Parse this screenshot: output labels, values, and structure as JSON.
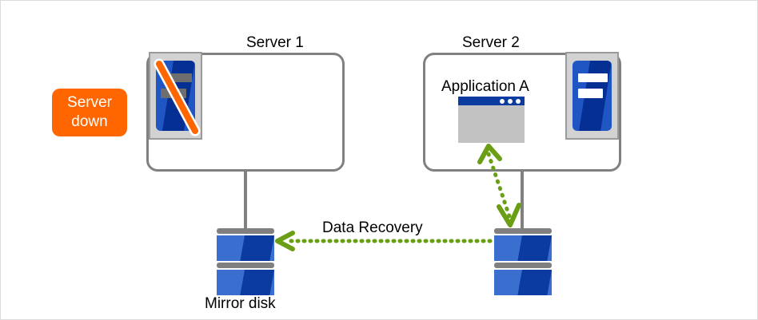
{
  "diagram": {
    "title_server1": "Server 1",
    "title_server2": "Server 2",
    "badge_line1": "Server",
    "badge_line2": "down",
    "application_label": "Application A",
    "data_recovery_label": "Data Recovery",
    "mirror_disk_label": "Mirror disk",
    "icons": {
      "server_down": "server-tower-crossed-out-icon",
      "server_ok": "server-tower-icon",
      "application_window": "application-window-icon",
      "disk_left": "disk-stack-icon",
      "disk_right": "disk-stack-icon",
      "recovery_arrow": "dotted-arrow-left-icon",
      "failover_arrow": "dotted-arrow-double-vertical-icon"
    },
    "colors": {
      "badge_background": "#ff6600",
      "badge_text": "#ffffff",
      "box_border": "#808080",
      "arrow_green": "#6a9e14",
      "server_blue_light": "#1f56c4",
      "server_blue_dark": "#062f93",
      "disk_blue_light": "#3a6fd0",
      "disk_blue_dark": "#0b3aa0",
      "window_titlebar": "#0b3aa0",
      "window_body": "#c2c2c2",
      "slash": "#ff6600",
      "canvas_border": "#dcdcdc",
      "text": "#000000"
    }
  }
}
